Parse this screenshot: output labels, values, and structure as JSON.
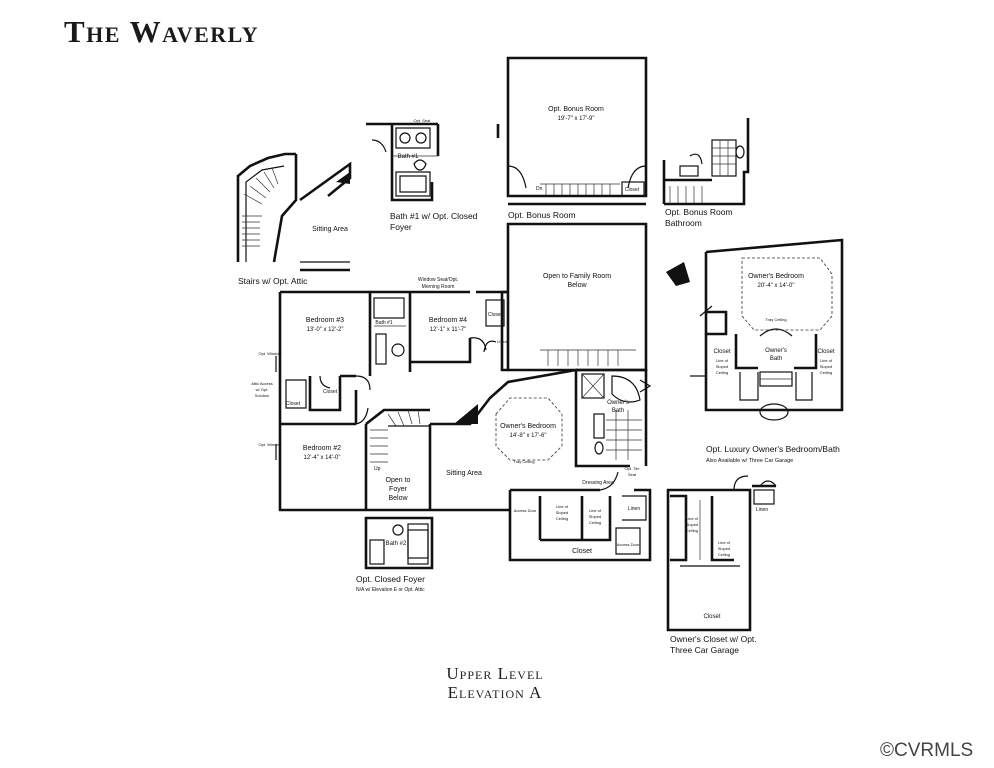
{
  "title": "The Waverly",
  "footer": {
    "level": "Upper Level",
    "elevation": "Elevation A"
  },
  "copyright": "©CVRMLS",
  "rooms": {
    "bonus_room": {
      "name": "Opt. Bonus Room",
      "dims": "19'-7\" x 17'-9\""
    },
    "bath1_opt_seat": "Opt. Seat",
    "bath1": "Bath #1",
    "sitting_top": "Sitting Area",
    "open_family": {
      "line1": "Open to Family Room",
      "line2": "Below"
    },
    "window_seat": {
      "line1": "Window Seat/Opt.",
      "line2": "Morning Room"
    },
    "bedroom3": {
      "name": "Bedroom #3",
      "dims": "13'-0\" x 12'-2\""
    },
    "bedroom4": {
      "name": "Bedroom #4",
      "dims": "12'-1\" x 11'-7\""
    },
    "bath_mid": "Bath #1",
    "bedroom2": {
      "name": "Bedroom #2",
      "dims": "12'-4\" x 14'-0\""
    },
    "opt_window1": "Opt. Window",
    "opt_window2": "Opt. Window",
    "attic_access": {
      "line1": "Attic Access",
      "line2": "w/ Opt.",
      "line3": "Solution"
    },
    "closet_a": "Closet",
    "closet_b": "Closet",
    "closet_c": "Closet",
    "closet_bonus": "Closet",
    "linen": "Linen",
    "linen2": "Linen",
    "owners_bedroom": {
      "name": "Owner's Bedroom",
      "dims": "14'-8\" x 17'-6\""
    },
    "tray_ceiling": "Tray Ceiling",
    "owners_bath": {
      "line1": "Owner's",
      "line2": "Bath"
    },
    "sitting_area": "Sitting Area",
    "open_foyer": {
      "line1": "Open to",
      "line2": "Foyer",
      "line3": "Below"
    },
    "dressing_area": "Dressing Area",
    "opt_seat": {
      "line1": "Opt. Tile",
      "line2": "Seat"
    },
    "access_door_l": "Access Door",
    "access_door_r": "Access Door",
    "sloped_1": {
      "line1": "Line of",
      "line2": "Sloped",
      "line3": "Ceiling"
    },
    "sloped_2": {
      "line1": "Line of",
      "line2": "Sloped",
      "line3": "Ceiling"
    },
    "main_closet": "Closet",
    "bath2": "Bath #2",
    "lux_bedroom": {
      "name": "Owner's Bedroom",
      "dims": "20'-4\" x 14'-0\""
    },
    "lux_tray": "Tray Ceiling",
    "lux_closet_l": "Closet",
    "lux_closet_r": "Closet",
    "lux_bath": {
      "line1": "Owner's",
      "line2": "Bath"
    },
    "lux_sloped_l": {
      "line1": "Line of",
      "line2": "Sloped",
      "line3": "Ceiling"
    },
    "lux_sloped_r": {
      "line1": "Line of",
      "line2": "Sloped",
      "line3": "Ceiling"
    },
    "g_sloped_1": {
      "line1": "Line of",
      "line2": "Sloped",
      "line3": "Ceiling"
    },
    "g_sloped_2": {
      "line1": "Line of",
      "line2": "Sloped",
      "line3": "Ceiling"
    },
    "g_closet": "Closet",
    "g_linen": "Linen",
    "up": "Up",
    "dn": "Dn"
  },
  "captions": {
    "stairs": "Stairs w/ Opt. Attic",
    "bath1_foyer": {
      "line1": "Bath #1 w/ Opt. Closed",
      "line2": "Foyer"
    },
    "bonus_room": "Opt. Bonus Room",
    "bonus_bath": {
      "line1": "Opt. Bonus Room",
      "line2": "Bathroom"
    },
    "luxury": "Opt. Luxury Owner's Bedroom/Bath",
    "luxury_note": "Also Available w/ Three Car Garage",
    "closed_foyer": "Opt. Closed Foyer",
    "closed_foyer_note": "N/A w/ Elevation E or Opt. Attic",
    "owners_closet": {
      "line1": "Owner's Closet w/ Opt.",
      "line2": "Three Car Garage"
    }
  }
}
